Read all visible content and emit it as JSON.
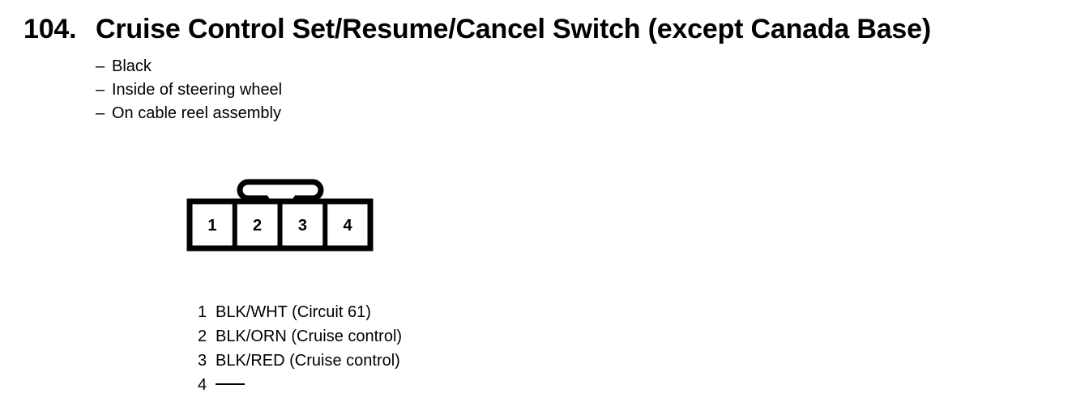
{
  "page": {
    "background_color": "#ffffff",
    "ink_color": "#000000"
  },
  "header": {
    "number": "104.",
    "title": "Cruise Control Set/Resume/Cancel Switch (except Canada Base)"
  },
  "description": {
    "dash": "–",
    "items": [
      {
        "text": "Black"
      },
      {
        "text": "Inside of steering wheel"
      },
      {
        "text": "On cable reel assembly"
      }
    ]
  },
  "connector": {
    "cavity_count": 4,
    "cavities": [
      {
        "label": "1"
      },
      {
        "label": "2"
      },
      {
        "label": "3"
      },
      {
        "label": "4"
      }
    ],
    "latch": "locking-tab"
  },
  "pin_legend": {
    "rows": [
      {
        "pin": "1",
        "wire": "BLK/WHT (Circuit 61)",
        "empty": false
      },
      {
        "pin": "2",
        "wire": "BLK/ORN (Cruise control)",
        "empty": false
      },
      {
        "pin": "3",
        "wire": "BLK/RED (Cruise control)",
        "empty": false
      },
      {
        "pin": "4",
        "wire": "—",
        "empty": true
      }
    ]
  }
}
